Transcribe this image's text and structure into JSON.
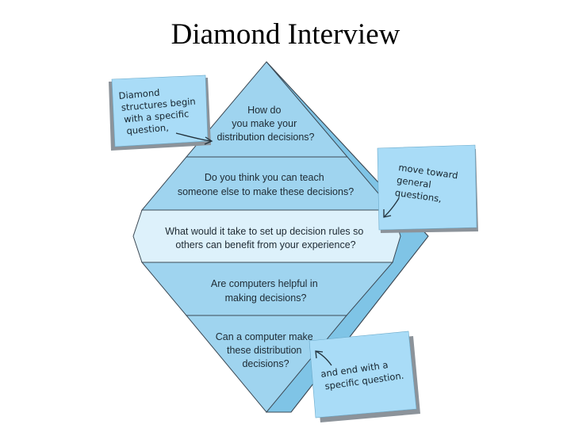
{
  "title": "Diamond Interview",
  "levels": [
    {
      "lines": [
        "How do",
        "you make your",
        "distribution decisions?"
      ]
    },
    {
      "lines": [
        "Do you think you can teach",
        "someone else to make these decisions?"
      ]
    },
    {
      "lines": [
        "What would it take to set up decision rules so",
        "others can benefit from your experience?"
      ]
    },
    {
      "lines": [
        "Are computers helpful in",
        "making decisions?"
      ]
    },
    {
      "lines": [
        "Can a computer make",
        "these distribution",
        "decisions?"
      ]
    }
  ],
  "notes": [
    {
      "lines": [
        "Diamond",
        "structures begin",
        "with a specific",
        "question,"
      ]
    },
    {
      "lines": [
        "move toward",
        "general",
        "questions,"
      ]
    },
    {
      "lines": [
        "and end with a",
        "specific question."
      ]
    }
  ],
  "colors": {
    "band_dark": "#9fd4ef",
    "band_light": "#ddf1fb",
    "side_face": "#7fc4e6",
    "edge": "#3d4a55",
    "note": "#a9dcf7",
    "note_shadow": "#8c939a",
    "arrow": "#22313b"
  }
}
